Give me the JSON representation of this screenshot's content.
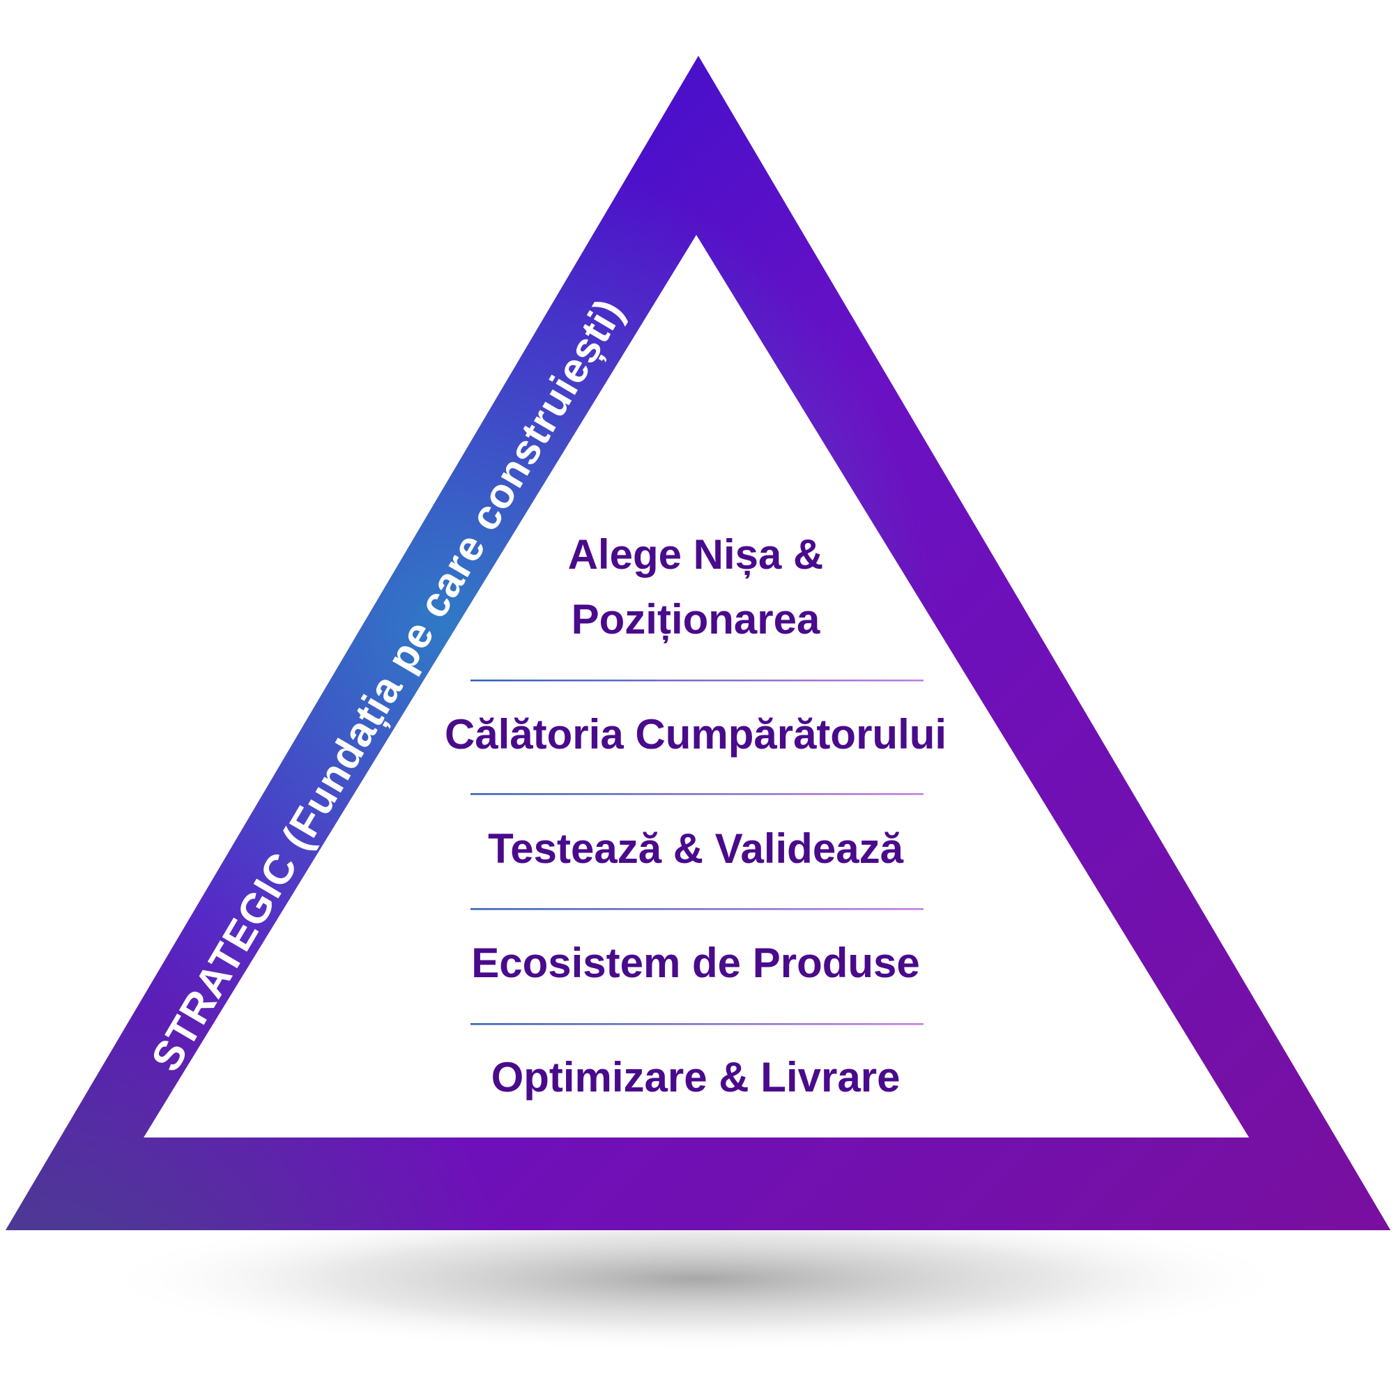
{
  "side_label": "STRATEGIC  (Fundația pe care construiești)",
  "layers": [
    {
      "lines": [
        "Alege Nișa &",
        "Poziționarea"
      ]
    },
    {
      "lines": [
        "Călătoria Cumpărătorului"
      ]
    },
    {
      "lines": [
        "Testează & Validează"
      ]
    },
    {
      "lines": [
        "Ecosistem de Produse"
      ]
    },
    {
      "lines": [
        "Optimizare & Livrare"
      ]
    }
  ],
  "colors": {
    "gradient_top": "#1a0fd4",
    "gradient_left_mid": "#2a86c6",
    "gradient_bottom_left": "#3d4f7a",
    "gradient_bottom_right": "#7a0f9a",
    "gradient_right_mid": "#6a11c4",
    "text": "#4a0a8c",
    "side_text": "#ffffff",
    "divider_start": "#2f5fb8",
    "divider_end": "#c27be0"
  }
}
